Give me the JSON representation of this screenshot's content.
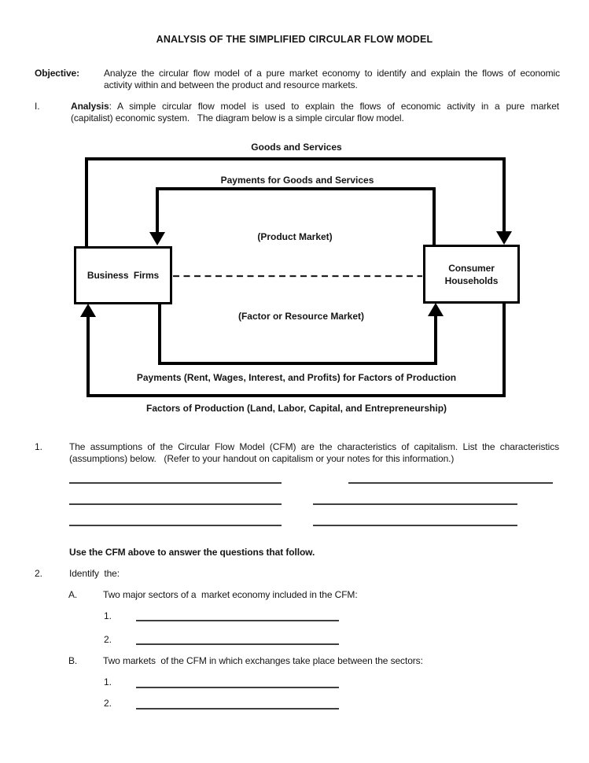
{
  "title": "ANALYSIS OF THE SIMPLIFIED CIRCULAR FLOW MODEL",
  "objective": {
    "label": "Objective:",
    "line1": "Analyze the circular flow model of a pure market economy to identify and explain the flows of economic",
    "line2": "activity within and between the product and resource markets."
  },
  "analysis": {
    "numeral": "I.",
    "label": "Analysis",
    "line1_rest": ":  A simple circular flow model is used to explain the flows of economic activity in a pure market",
    "line2": "(capitalist) economic system.   The diagram below is a simple circular flow model."
  },
  "diagram": {
    "labels": {
      "goods_services": "Goods and Services",
      "payments_goods": "Payments for Goods and Services",
      "product_market": "(Product Market)",
      "factor_market": "(Factor or Resource Market)",
      "payments_factors": "Payments (Rent, Wages, Interest, and Profits) for Factors of Production",
      "factors_production": "Factors of Production (Land, Labor, Capital, and Entrepreneurship)"
    },
    "boxes": {
      "business_firms": "Business  Firms",
      "consumer_line1": "Consumer",
      "consumer_line2": "Households"
    },
    "line_color": "#000000",
    "dash_color": "#222222"
  },
  "q1": {
    "number": "1.",
    "line1": "The assumptions of the Circular Flow Model (CFM) are the characteristics of capitalism.  List the characteristics",
    "line2": "(assumptions) below.   (Refer to your handout on capitalism or your notes for this information.)"
  },
  "instruction": "Use the CFM above to answer the questions that follow.",
  "q2": {
    "number": "2.",
    "text": "Identify  the:",
    "a": {
      "letter": "A.",
      "text": "Two major sectors of a  market economy included in the CFM:",
      "item1": "1.",
      "item2": "2."
    },
    "b": {
      "letter": "B.",
      "text": "Two markets  of the CFM in which exchanges take place between the sectors:",
      "item1": "1.",
      "item2": "2."
    }
  }
}
